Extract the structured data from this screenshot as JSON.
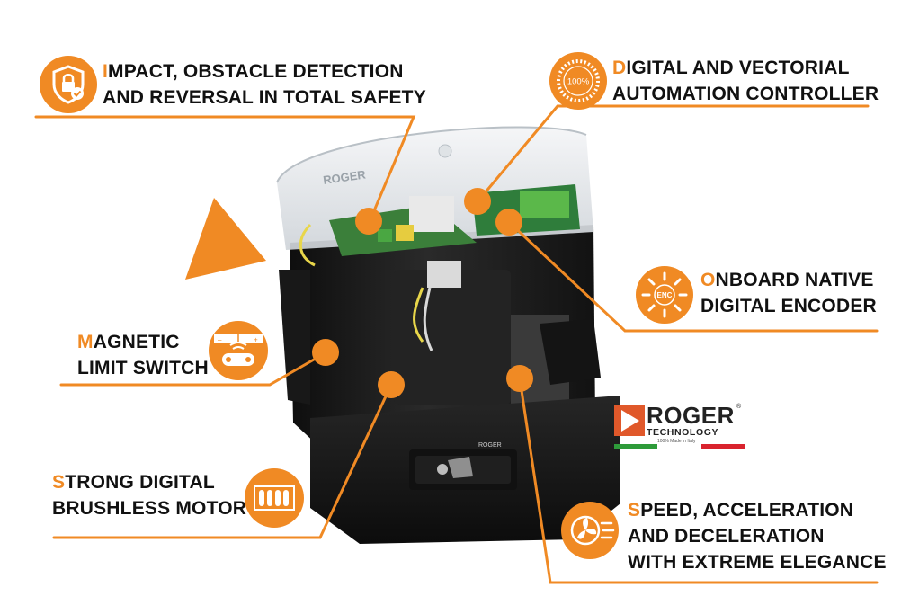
{
  "colors": {
    "accent": "#f08a24",
    "text": "#111111",
    "device_body": "#1d1d1d",
    "cover": "#e9ecef"
  },
  "features": [
    {
      "id": "impact",
      "initial": "I",
      "line1_rest": "MPACT, OBSTACLE DETECTION",
      "line2": "AND REVERSAL IN TOTAL SAFETY",
      "icon": "shield-lock-icon"
    },
    {
      "id": "controller",
      "initial": "D",
      "line1_rest": "IGITAL AND VECTORIAL",
      "line2": "AUTOMATION CONTROLLER",
      "icon": "percent-dial-icon",
      "icon_text": "100%"
    },
    {
      "id": "encoder",
      "initial": "O",
      "line1_rest": "NBOARD NATIVE",
      "line2": "DIGITAL ENCODER",
      "icon": "encoder-icon",
      "icon_text": "ENC"
    },
    {
      "id": "limit",
      "initial": "M",
      "line1_rest": "AGNETIC",
      "line2": "LIMIT SWITCH",
      "icon": "magnetic-switch-icon"
    },
    {
      "id": "motor",
      "initial": "S",
      "line1_rest": "TRONG DIGITAL",
      "line2": "BRUSHLESS MOTOR",
      "icon": "motor-coil-icon"
    },
    {
      "id": "speed",
      "initial": "S",
      "line1_rest": "PEED, ACCELERATION",
      "line2": "AND DECELERATION",
      "line3": "WITH EXTREME ELEGANCE",
      "icon": "fan-speed-icon"
    }
  ],
  "brand": {
    "name": "ROGER",
    "sub": "TECHNOLOGY",
    "tagline": "100% Made in Italy",
    "registered": "®",
    "flag_colors": [
      "#2e9b3a",
      "#ffffff",
      "#d9232e"
    ]
  },
  "device": {
    "cover_text": "ROGER",
    "body_badge": "ROGER"
  }
}
